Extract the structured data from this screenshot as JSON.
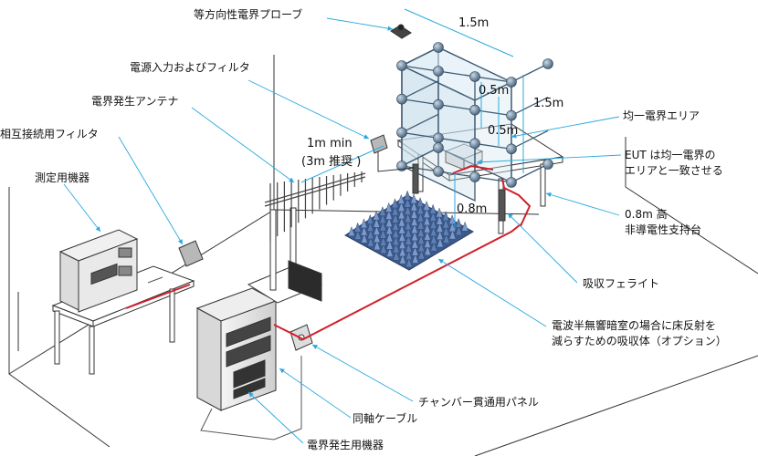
{
  "labels": {
    "isotropic_probe": "等方向性電界プローブ",
    "power_filter": "電源入力およびフィルタ",
    "field_antenna": "電界発生アンテナ",
    "interconnect_filter": "相互接続用フィルタ",
    "measurement_equipment": "測定用機器",
    "distance_main": "1m min",
    "distance_recommended": "(3m 推奨 )",
    "uniform_field_area": "均一電界エリア",
    "eut_line1": "EUT は均一電界の",
    "eut_line2": "エリアと一致させる",
    "stand_line1": "0.8m 高",
    "stand_line2": "非導電性支持台",
    "ferrite": "吸収フェライト",
    "absorber_line1": "電波半無響暗室の場合に床反射を",
    "absorber_line2": "減らすための吸収体（オプション）",
    "bulkhead_panel": "チャンバー貫通用パネル",
    "coax_cable": "同軸ケーブル",
    "field_gen_equipment": "電界発生用機器"
  },
  "dimensions": {
    "width_15": "1.5m",
    "height_15": "1.5m",
    "cell_05_a": "0.5m",
    "cell_05_b": "0.5m",
    "table_height": "0.8m"
  },
  "colors": {
    "line": "#333333",
    "leader": "#29a9e0",
    "cable": "#d0202a",
    "node": "#5f7a93",
    "absorber": "#4a6a9e",
    "grid_fill": "#d4e7f2"
  }
}
